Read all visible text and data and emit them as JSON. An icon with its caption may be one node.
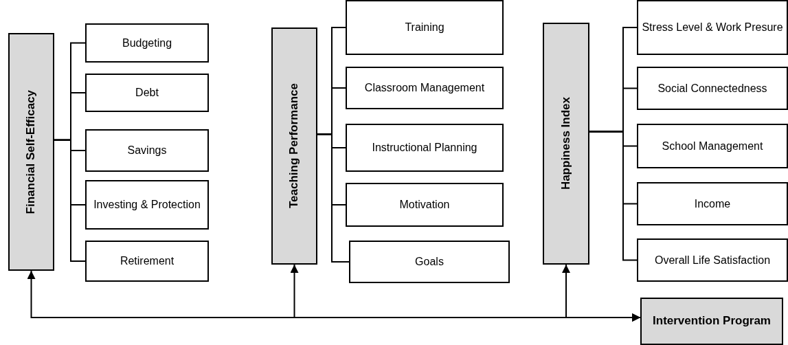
{
  "diagram": {
    "nodes": [
      {
        "text": [
          "Financial Self-Efficacy"
        ]
      },
      {
        "text": [
          "Budgeting"
        ]
      },
      {
        "text": [
          "Debt"
        ]
      },
      {
        "text": [
          "Savings"
        ]
      },
      {
        "text": [
          "Investing & Protection"
        ]
      },
      {
        "text": [
          "Retirement"
        ]
      },
      {
        "text": [
          "Teaching Performance"
        ]
      },
      {
        "text": [
          "Training"
        ]
      },
      {
        "text": [
          "Classroom Management"
        ]
      },
      {
        "text": [
          "Instructional Planning"
        ]
      },
      {
        "text": [
          "Motivation"
        ]
      },
      {
        "text": [
          "Goals"
        ]
      },
      {
        "text": [
          "Happiness Index"
        ]
      },
      {
        "text": [
          "Stress Level & Work Presure"
        ]
      },
      {
        "text": [
          "Social Connectedness"
        ]
      },
      {
        "text": [
          "School Management"
        ]
      },
      {
        "text": [
          "Income"
        ]
      },
      {
        "text": [
          "Overall Life Satisfaction"
        ]
      },
      {
        "text": [
          "Intervention Program"
        ]
      }
    ],
    "edges": [
      {
        "from": 0,
        "to": 1,
        "arrow": "none"
      },
      {
        "from": 0,
        "to": 2,
        "arrow": "none"
      },
      {
        "from": 0,
        "to": 3,
        "arrow": "none"
      },
      {
        "from": 0,
        "to": 4,
        "arrow": "none"
      },
      {
        "from": 0,
        "to": 5,
        "arrow": "none"
      },
      {
        "from": 6,
        "to": 7,
        "arrow": "none"
      },
      {
        "from": 6,
        "to": 8,
        "arrow": "none"
      },
      {
        "from": 6,
        "to": 9,
        "arrow": "none"
      },
      {
        "from": 6,
        "to": 10,
        "arrow": "none"
      },
      {
        "from": 6,
        "to": 11,
        "arrow": "none"
      },
      {
        "from": 12,
        "to": 13,
        "arrow": "none"
      },
      {
        "from": 12,
        "to": 14,
        "arrow": "none"
      },
      {
        "from": 12,
        "to": 15,
        "arrow": "none"
      },
      {
        "from": 12,
        "to": 16,
        "arrow": "none"
      },
      {
        "from": 12,
        "to": 17,
        "arrow": "none"
      },
      {
        "from": 0,
        "to": 18,
        "arrow": "both"
      },
      {
        "from": 6,
        "to": 18,
        "arrow": "both"
      },
      {
        "from": 12,
        "to": 18,
        "arrow": "both"
      }
    ]
  }
}
